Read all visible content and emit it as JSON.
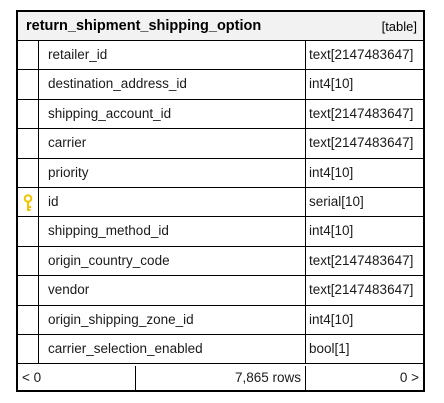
{
  "table": {
    "name": "return_shipment_shipping_option",
    "kind_label": "[table]",
    "columns": [
      {
        "name": "retailer_id",
        "type": "text[2147483647]",
        "primary_key": false
      },
      {
        "name": "destination_address_id",
        "type": "int4[10]",
        "primary_key": false
      },
      {
        "name": "shipping_account_id",
        "type": "text[2147483647]",
        "primary_key": false
      },
      {
        "name": "carrier",
        "type": "text[2147483647]",
        "primary_key": false
      },
      {
        "name": "priority",
        "type": "int4[10]",
        "primary_key": false
      },
      {
        "name": "id",
        "type": "serial[10]",
        "primary_key": true
      },
      {
        "name": "shipping_method_id",
        "type": "int4[10]",
        "primary_key": false
      },
      {
        "name": "origin_country_code",
        "type": "text[2147483647]",
        "primary_key": false
      },
      {
        "name": "vendor",
        "type": "text[2147483647]",
        "primary_key": false
      },
      {
        "name": "origin_shipping_zone_id",
        "type": "int4[10]",
        "primary_key": false
      },
      {
        "name": "carrier_selection_enabled",
        "type": "bool[1]",
        "primary_key": false
      }
    ]
  },
  "footer": {
    "prev_label": "< 0",
    "row_count": "7,865 rows",
    "next_label": "0 >"
  },
  "colors": {
    "header_bg": "#f2f2f2",
    "border": "#000000",
    "key_icon": "#f2c400"
  },
  "icons": {
    "primary_key": "key-icon"
  }
}
